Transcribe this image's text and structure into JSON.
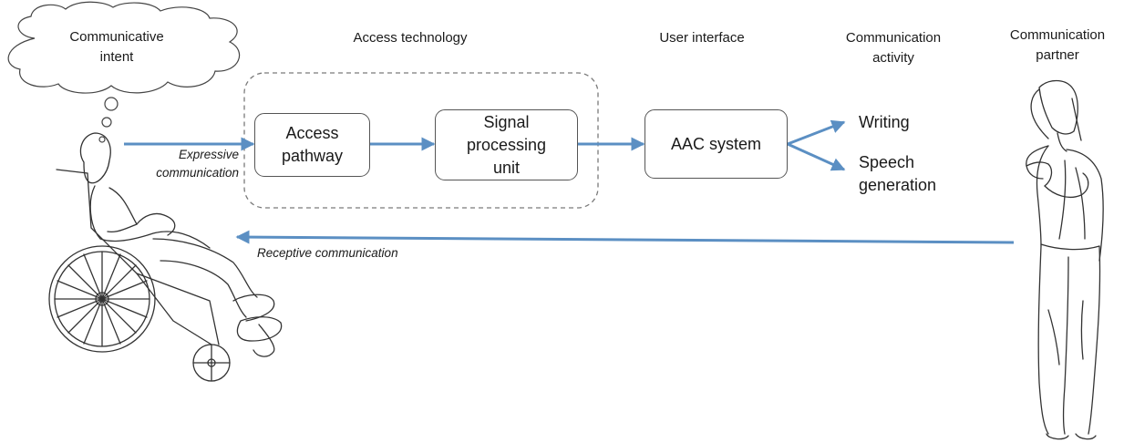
{
  "headers": {
    "intent": "Communicative\nintent",
    "access_technology": "Access technology",
    "user_interface": "User interface",
    "activity": "Communication\nactivity",
    "partner": "Communication\npartner"
  },
  "boxes": {
    "access_pathway": "Access\npathway",
    "signal_processing": "Signal\nprocessing\nunit",
    "aac_system": "AAC system"
  },
  "activities": {
    "writing": "Writing",
    "speech_generation": "Speech\ngeneration"
  },
  "arrow_labels": {
    "expressive": "Expressive\ncommunication",
    "receptive": "Receptive communication"
  },
  "colors": {
    "arrow": "#5b8fc3",
    "box_border": "#555555",
    "dashed_border": "#7a7a7a",
    "sketch": "#333333"
  },
  "icons": {
    "wheelchair_user": "person-in-wheelchair-sketch",
    "partner": "standing-woman-sketch",
    "thought": "thought-cloud"
  }
}
